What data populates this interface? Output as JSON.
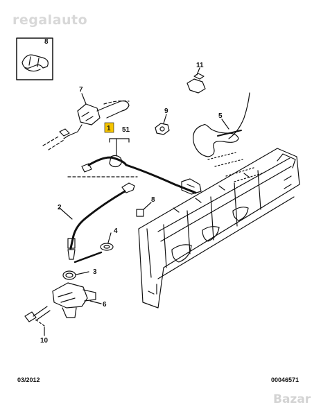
{
  "watermark": "regalauto",
  "callouts": {
    "c1": "1",
    "c2": "2",
    "c3": "3",
    "c4": "4",
    "c5": "5",
    "c6": "6",
    "c7": "7",
    "c8": "8",
    "c9": "9",
    "c10": "10",
    "c11": "11",
    "c51": "51",
    "inset": "8"
  },
  "footer": {
    "date": "03/2012",
    "ref": "00046571"
  },
  "site_mark": "Bazar",
  "colors": {
    "ink": "#111111",
    "highlight": "#f5c400",
    "watermark": "#d8d8d8"
  }
}
